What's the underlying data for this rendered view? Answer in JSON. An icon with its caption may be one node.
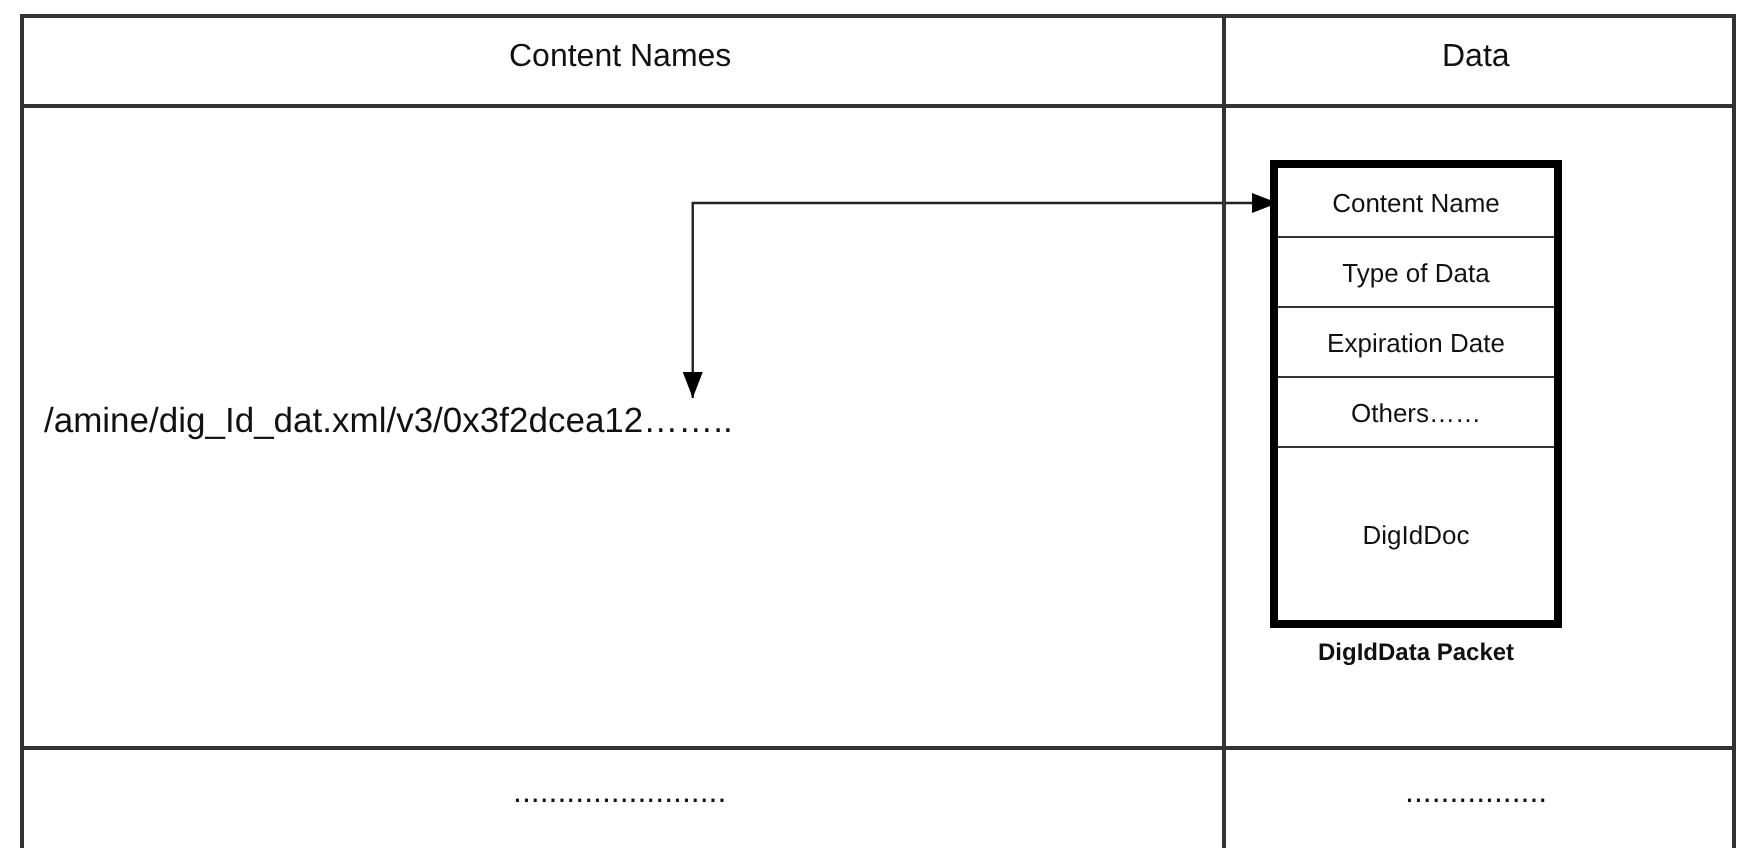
{
  "diagram": {
    "nodes": [
      {
        "text": [
          "/amine/dig_Id_dat.xml/v3/0x3f2dcea12…….."
        ]
      },
      {
        "text": [
          "DigIdData Packet"
        ]
      },
      {
        "text": [
          "Content Name"
        ],
        "in": 1
      },
      {
        "text": [
          "Type of Data"
        ],
        "in": 1
      },
      {
        "text": [
          "Expiration Date"
        ],
        "in": 1
      },
      {
        "text": [
          "Others……"
        ],
        "in": 1
      },
      {
        "text": [
          "DigIdDoc"
        ],
        "in": 1
      }
    ],
    "edges": [
      {
        "from": 0,
        "to": 2,
        "arrow": "both"
      }
    ],
    "labels": [
      "Content Names",
      "Data",
      "........................",
      "................"
    ]
  }
}
